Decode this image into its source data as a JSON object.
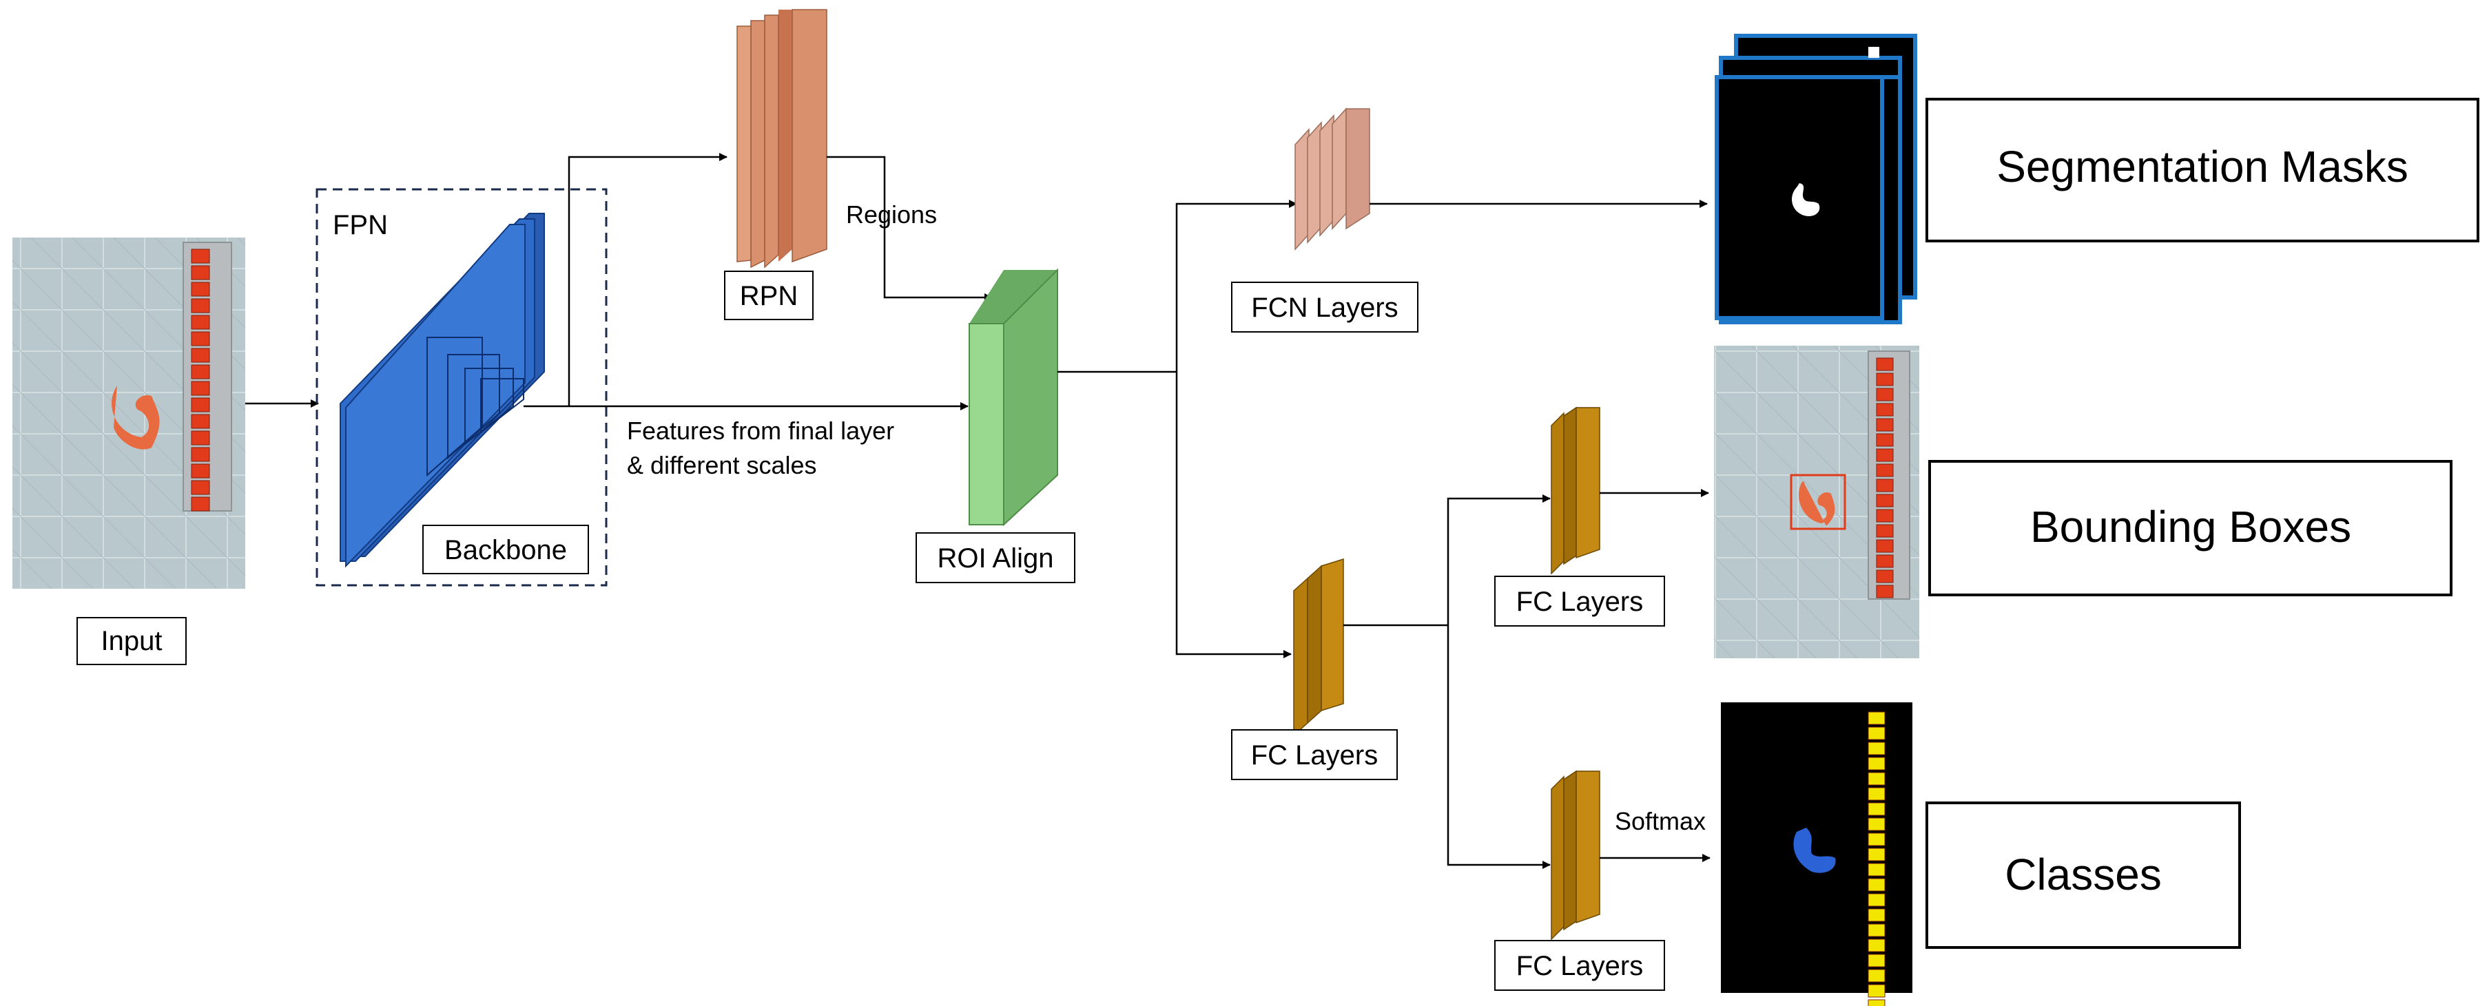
{
  "labels": {
    "input": "Input",
    "fpn": "FPN",
    "backbone": "Backbone",
    "rpn": "RPN",
    "regions": "Regions",
    "features_line1": "Features from final layer",
    "features_line2": "& different scales",
    "roi_align": "ROI Align",
    "fcn_layers": "FCN Layers",
    "fc_layers_main": "FC Layers",
    "fc_layers_bbox": "FC Layers",
    "fc_layers_class": "FC Layers",
    "softmax": "Softmax",
    "out_segmentation": "Segmentation Masks",
    "out_bbox": "Bounding Boxes",
    "out_classes": "Classes"
  },
  "colors": {
    "backbone_blue": "#2f6cc9",
    "rpn_orange": "#d9906c",
    "roi_green": "#8ed187",
    "fcn_pink": "#e0ae9b",
    "fc_gold": "#b57d0c",
    "mask_frame_blue": "#1f78c8",
    "ruler_red": "#e23b1c",
    "class_yellow": "#f2e600",
    "prediction_blue": "#2b63d6",
    "fabric_bg": "#b6c6cc"
  }
}
